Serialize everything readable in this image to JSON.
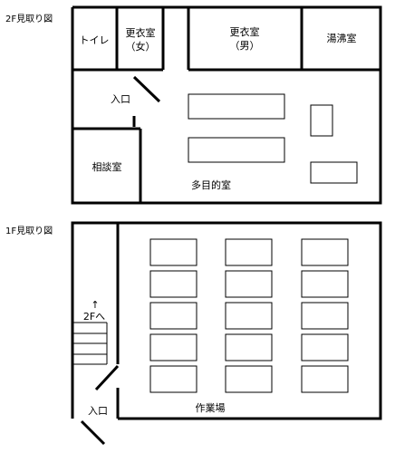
{
  "floor2": {
    "title": "2F見取り図",
    "rooms": {
      "toilet": "トイレ",
      "changing_women_1": "更衣室",
      "changing_women_2": "（女）",
      "changing_men_1": "更衣室",
      "changing_men_2": "（男）",
      "kitchen": "湯沸室",
      "consult": "相談室",
      "multipurpose": "多目的室"
    },
    "entrance": "入口"
  },
  "floor1": {
    "title": "1F見取り図",
    "to_2f_arrow": "↑",
    "to_2f": "2Fへ",
    "workshop": "作業場",
    "entrance": "入口"
  }
}
